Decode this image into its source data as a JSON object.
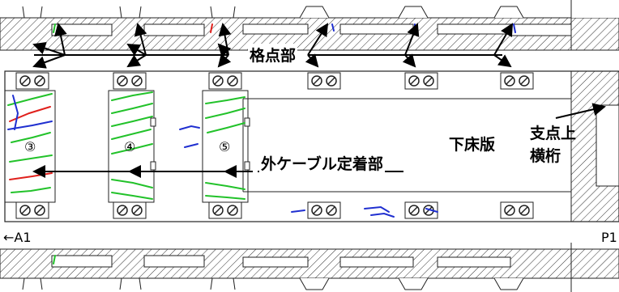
{
  "labels": {
    "lattice_points": "格点部",
    "external_cable_anchorage": "外ケーブル定着部",
    "bottom_slab": "下床版",
    "support_cross_beam_line1": "支点上",
    "support_cross_beam_line2": "横桁",
    "support_a1": "←A1",
    "support_p1": "P1",
    "segment_3": "③",
    "segment_4": "④",
    "segment_5": "⑤"
  },
  "colors": {
    "crack_green": "#22c22a",
    "crack_blue": "#1f2fd0",
    "crack_red": "#e0201c",
    "line": "#222222"
  }
}
